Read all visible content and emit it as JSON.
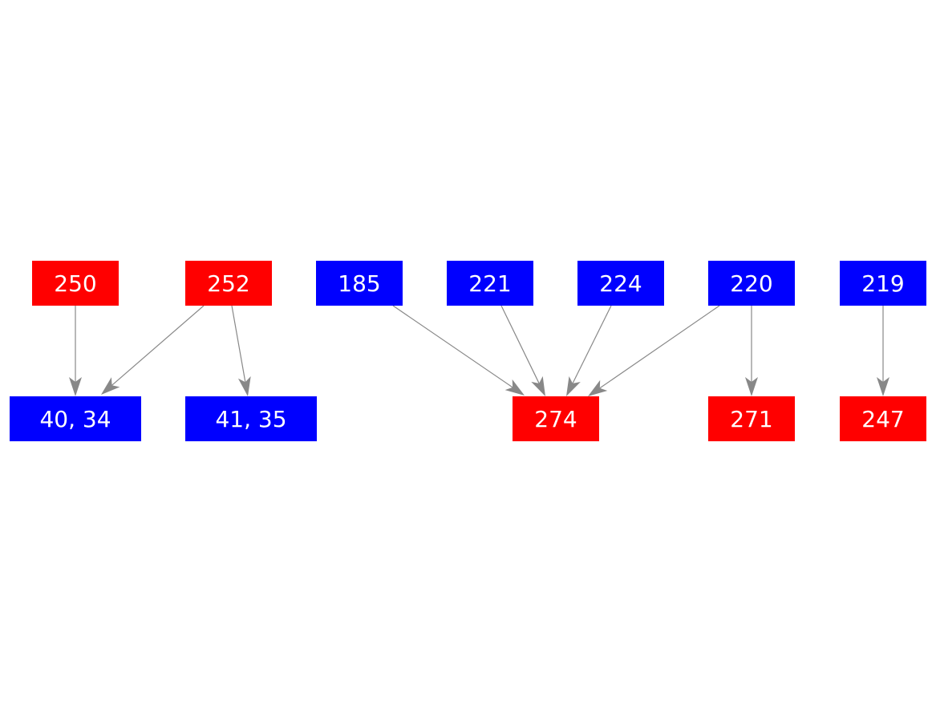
{
  "colors": {
    "red": "#ff0000",
    "blue": "#0000ff",
    "edge": "#888888",
    "label": "#ffffff",
    "background": "#ffffff"
  },
  "nodes": [
    {
      "id": "n250",
      "label": "250",
      "color": "red"
    },
    {
      "id": "n252",
      "label": "252",
      "color": "red"
    },
    {
      "id": "n185",
      "label": "185",
      "color": "blue"
    },
    {
      "id": "n221",
      "label": "221",
      "color": "blue"
    },
    {
      "id": "n224",
      "label": "224",
      "color": "blue"
    },
    {
      "id": "n220",
      "label": "220",
      "color": "blue"
    },
    {
      "id": "n219",
      "label": "219",
      "color": "blue"
    },
    {
      "id": "n4034",
      "label": "40, 34",
      "color": "blue"
    },
    {
      "id": "n4135",
      "label": "41, 35",
      "color": "blue"
    },
    {
      "id": "n274",
      "label": "274",
      "color": "red"
    },
    {
      "id": "n271",
      "label": "271",
      "color": "red"
    },
    {
      "id": "n247",
      "label": "247",
      "color": "red"
    }
  ],
  "edges": [
    {
      "from": "n250",
      "to": "n4034"
    },
    {
      "from": "n252",
      "to": "n4034"
    },
    {
      "from": "n252",
      "to": "n4135"
    },
    {
      "from": "n185",
      "to": "n274"
    },
    {
      "from": "n221",
      "to": "n274"
    },
    {
      "from": "n224",
      "to": "n274"
    },
    {
      "from": "n220",
      "to": "n274"
    },
    {
      "from": "n220",
      "to": "n271"
    },
    {
      "from": "n219",
      "to": "n247"
    }
  ]
}
